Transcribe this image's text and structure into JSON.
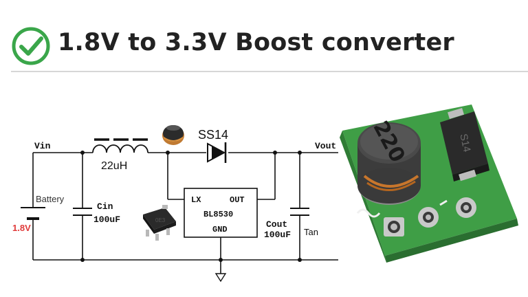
{
  "title": "1.8V to 3.3V Boost converter",
  "schematic": {
    "vin_label": "Vin",
    "vout_label": "Vout",
    "battery_label": "Battery",
    "battery_voltage": "1.8V",
    "inductor_value": "22uH",
    "diode_label": "SS14",
    "cin_name": "Cin",
    "cin_value": "100uF",
    "ic_name": "BL8530",
    "ic_pin_lx": "LX",
    "ic_pin_out": "OUT",
    "ic_pin_gnd": "GND",
    "cout_name": "Cout",
    "cout_value": "100uF",
    "tan_label": "Tan"
  },
  "board": {
    "inductor_marking": "220",
    "diode_marking": "S14"
  },
  "colors": {
    "check_green": "#3aa64a",
    "voltage_red": "#e03a3a",
    "pcb_green": "#3f9e46",
    "wire": "#111111"
  }
}
